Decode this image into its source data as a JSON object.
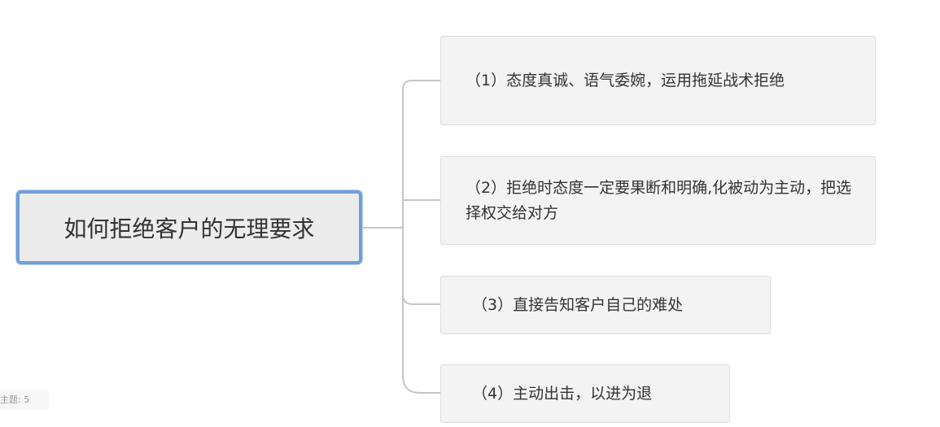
{
  "mindmap": {
    "root": {
      "label": "如何拒绝客户的无理要求"
    },
    "topics": [
      {
        "label": "（1）态度真诚、语气委婉，运用拖延战术拒绝"
      },
      {
        "label": "（2）拒绝时态度一定要果断和明确,化被动为主动，把选择权交给对方"
      },
      {
        "label": "（3）直接告知客户自己的难处"
      },
      {
        "label": "（4）主动出击，以进为退"
      }
    ],
    "colors": {
      "root_border": "#6f9fd8",
      "root_fill": "#ececec",
      "topic_fill": "#f3f3f3",
      "connector": "#c6c6c6"
    }
  },
  "status": {
    "topic_count_label": "主题: 5"
  }
}
